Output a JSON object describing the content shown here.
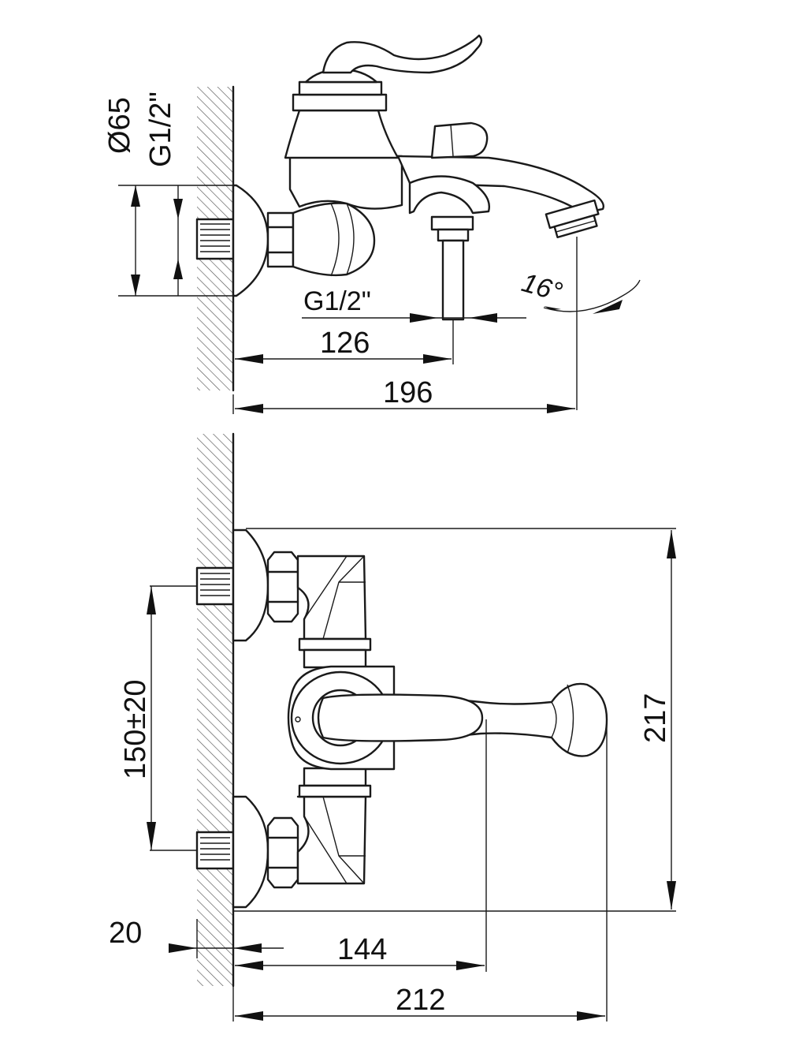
{
  "top_view": {
    "label_diameter": "Ø65",
    "label_thread_wall": "G1/2\"",
    "label_thread_outlet": "G1/2\"",
    "label_angle": "16°",
    "dim_outlet": "126",
    "dim_spout": "196"
  },
  "front_view": {
    "dim_centers": "150±20",
    "dim_height": "217",
    "dim_wall_offset": "20",
    "dim_handle": "144",
    "dim_total": "212"
  }
}
